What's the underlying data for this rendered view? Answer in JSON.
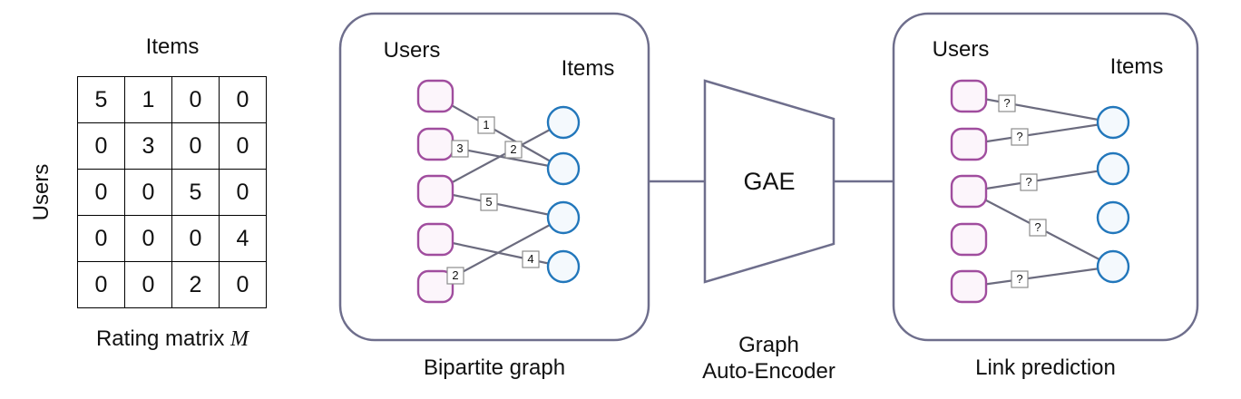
{
  "palette": {
    "box_border": "#6e6e8c",
    "edge": "#6b6b7e",
    "user_stroke": "#a04d9e",
    "user_fill": "#fcf5fb",
    "item_stroke": "#2277bb",
    "item_fill": "#f4f9fd",
    "label_box_border": "#8c8c8c",
    "text": "#111111"
  },
  "matrix_panel": {
    "items_label": "Items",
    "users_label": "Users",
    "caption_prefix": "Rating matrix ",
    "caption_math": "M",
    "rows": [
      [
        "5",
        "1",
        "0",
        "0"
      ],
      [
        "0",
        "3",
        "0",
        "0"
      ],
      [
        "0",
        "0",
        "5",
        "0"
      ],
      [
        "0",
        "0",
        "0",
        "4"
      ],
      [
        "0",
        "0",
        "2",
        "0"
      ]
    ]
  },
  "bipartite_panel": {
    "users_label": "Users",
    "items_label": "Items",
    "caption": "Bipartite graph",
    "user_count": 5,
    "item_count": 4,
    "edges": [
      {
        "from": "user-1",
        "to": "item-2",
        "label": "1"
      },
      {
        "from": "user-2",
        "to": "item-2",
        "label": "3"
      },
      {
        "from": "user-3",
        "to": "item-1",
        "label": "2"
      },
      {
        "from": "user-3",
        "to": "item-3",
        "label": "5"
      },
      {
        "from": "user-4",
        "to": "item-4",
        "label": "4"
      },
      {
        "from": "user-5",
        "to": "item-3",
        "label": "2"
      }
    ]
  },
  "encoder": {
    "label": "GAE",
    "caption_line1": "Graph",
    "caption_line2": "Auto-Encoder"
  },
  "link_panel": {
    "users_label": "Users",
    "items_label": "Items",
    "caption": "Link prediction",
    "user_count": 5,
    "item_count": 4,
    "edges": [
      {
        "from": "user-1",
        "to": "item-1",
        "label": "?"
      },
      {
        "from": "user-2",
        "to": "item-1",
        "label": "?"
      },
      {
        "from": "user-3",
        "to": "item-2",
        "label": "?"
      },
      {
        "from": "user-3",
        "to": "item-4",
        "label": "?"
      },
      {
        "from": "user-5",
        "to": "item-4",
        "label": "?"
      }
    ]
  }
}
